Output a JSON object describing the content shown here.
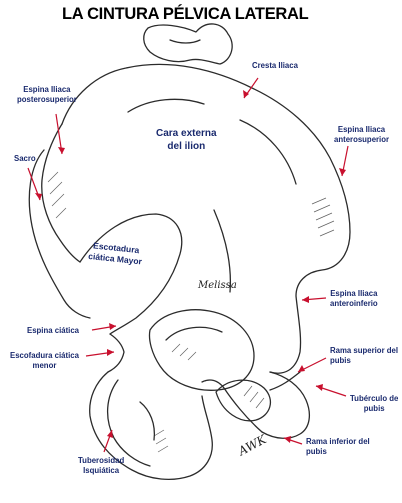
{
  "title": "LA CINTURA PÉLVICA LATERAL",
  "inner_labels": {
    "ilion": [
      "Cara externa",
      "del ilion"
    ],
    "escotadura_mayor": [
      "Escotadura",
      "ciática Mayor"
    ]
  },
  "labels": {
    "cresta_iliaca": [
      "Cresta Iliaca"
    ],
    "espina_posterosuperior": [
      "Espina Iliaca",
      "posterosuperior"
    ],
    "sacro": [
      "Sacro"
    ],
    "espina_anterosuperior": [
      "Espina Iliaca",
      "anterosuperior"
    ],
    "espina_anteroinferior": [
      "Espina Iliaca",
      "anteroinferio"
    ],
    "espina_ciatica": [
      "Espina ciática"
    ],
    "escotadura_menor": [
      "Escofadura ciática",
      "menor"
    ],
    "rama_superior": [
      "Rama superior del",
      "pubis"
    ],
    "tuberculo_pubis": [
      "Tubérculo de",
      "pubis"
    ],
    "rama_inferior": [
      "Rama inferior del",
      "pubis"
    ],
    "tuberosidad": [
      "Tuberosidad",
      "Isquiática"
    ]
  },
  "signatures": [
    "Melissa",
    "AWK"
  ],
  "colors": {
    "label_text": "#1a2a6e",
    "arrow": "#c8102e",
    "title": "#000000",
    "sketch": "#2b2b2b"
  }
}
